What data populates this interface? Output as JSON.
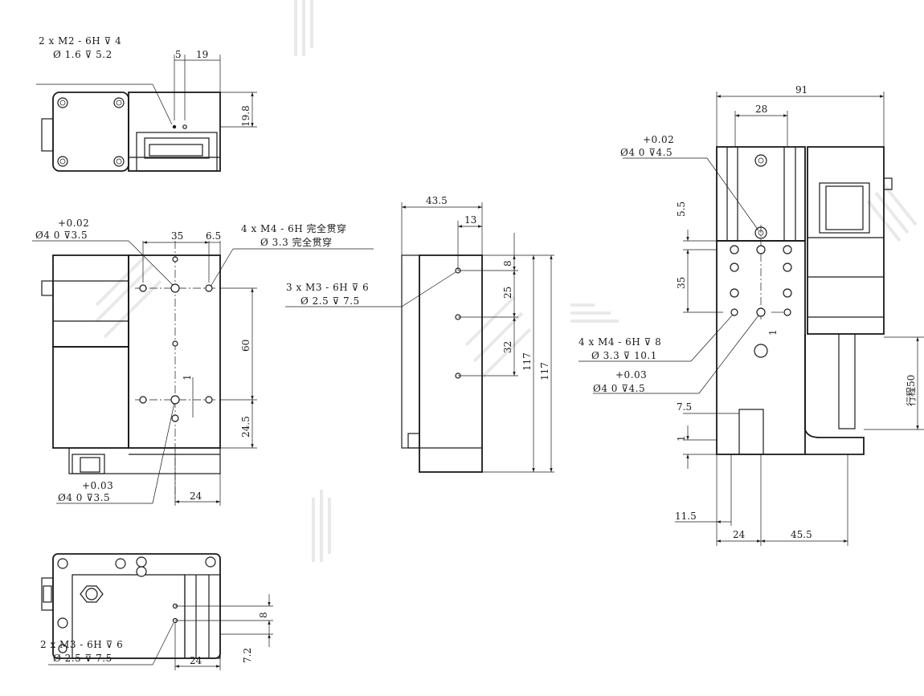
{
  "top_view": {
    "callout_line1": "2 x  M2 - 6H ⊽ 4",
    "callout_line2": "Ø 1.6 ⊽ 5.2",
    "dim_5": "5",
    "dim_19": "19",
    "dim_19_8": "19.8"
  },
  "front_view": {
    "pin_top_tol": "+0.02",
    "pin_top": "Ø4  0   ⊽3.5",
    "dim_35": "35",
    "dim_6_5": "6.5",
    "m4_line1": "4 x  M4 - 6H 完全贯穿",
    "m4_line2": "Ø 3.3 完全贯穿",
    "dim_60": "60",
    "dim_24_5": "24.5",
    "dim_1": "1",
    "pin_bottom_tol": "+0.03",
    "pin_bottom": "Ø4  0   ⊽3.5",
    "dim_24": "24"
  },
  "bottom_view": {
    "callout_line1": "2 x  M3 - 6H ⊽ 6",
    "callout_line2": "Ø 2.5 ⊽ 7.5",
    "dim_8": "8",
    "dim_7_2": "7.2",
    "dim_24": "24"
  },
  "side_view": {
    "dim_43_5": "43.5",
    "dim_13": "13",
    "callout_line1": "3 x  M3 - 6H ⊽ 6",
    "callout_line2": "Ø 2.5 ⊽ 7.5",
    "dim_8": "8",
    "dim_25": "25",
    "dim_32": "32",
    "dim_117_a": "117",
    "dim_117_b": "117"
  },
  "right_view": {
    "dim_91": "91",
    "dim_28": "28",
    "pin_top_tol": "+0.02",
    "pin_top": "Ø4  0   ⊽4.5",
    "dim_5_5": "5.5",
    "dim_35": "35",
    "dim_1": "1",
    "m4_line1": "4 x  M4 - 6H ⊽ 8",
    "m4_line2": "Ø 3.3 ⊽ 10.1",
    "pin_bottom_tol": "+0.03",
    "pin_bottom": "Ø4  0   ⊽4.5",
    "stroke": "行程50",
    "dim_7_5": "7.5",
    "dim_1_bottom": "1",
    "dim_11_5": "11.5",
    "dim_24": "24",
    "dim_45_5": "45.5"
  }
}
